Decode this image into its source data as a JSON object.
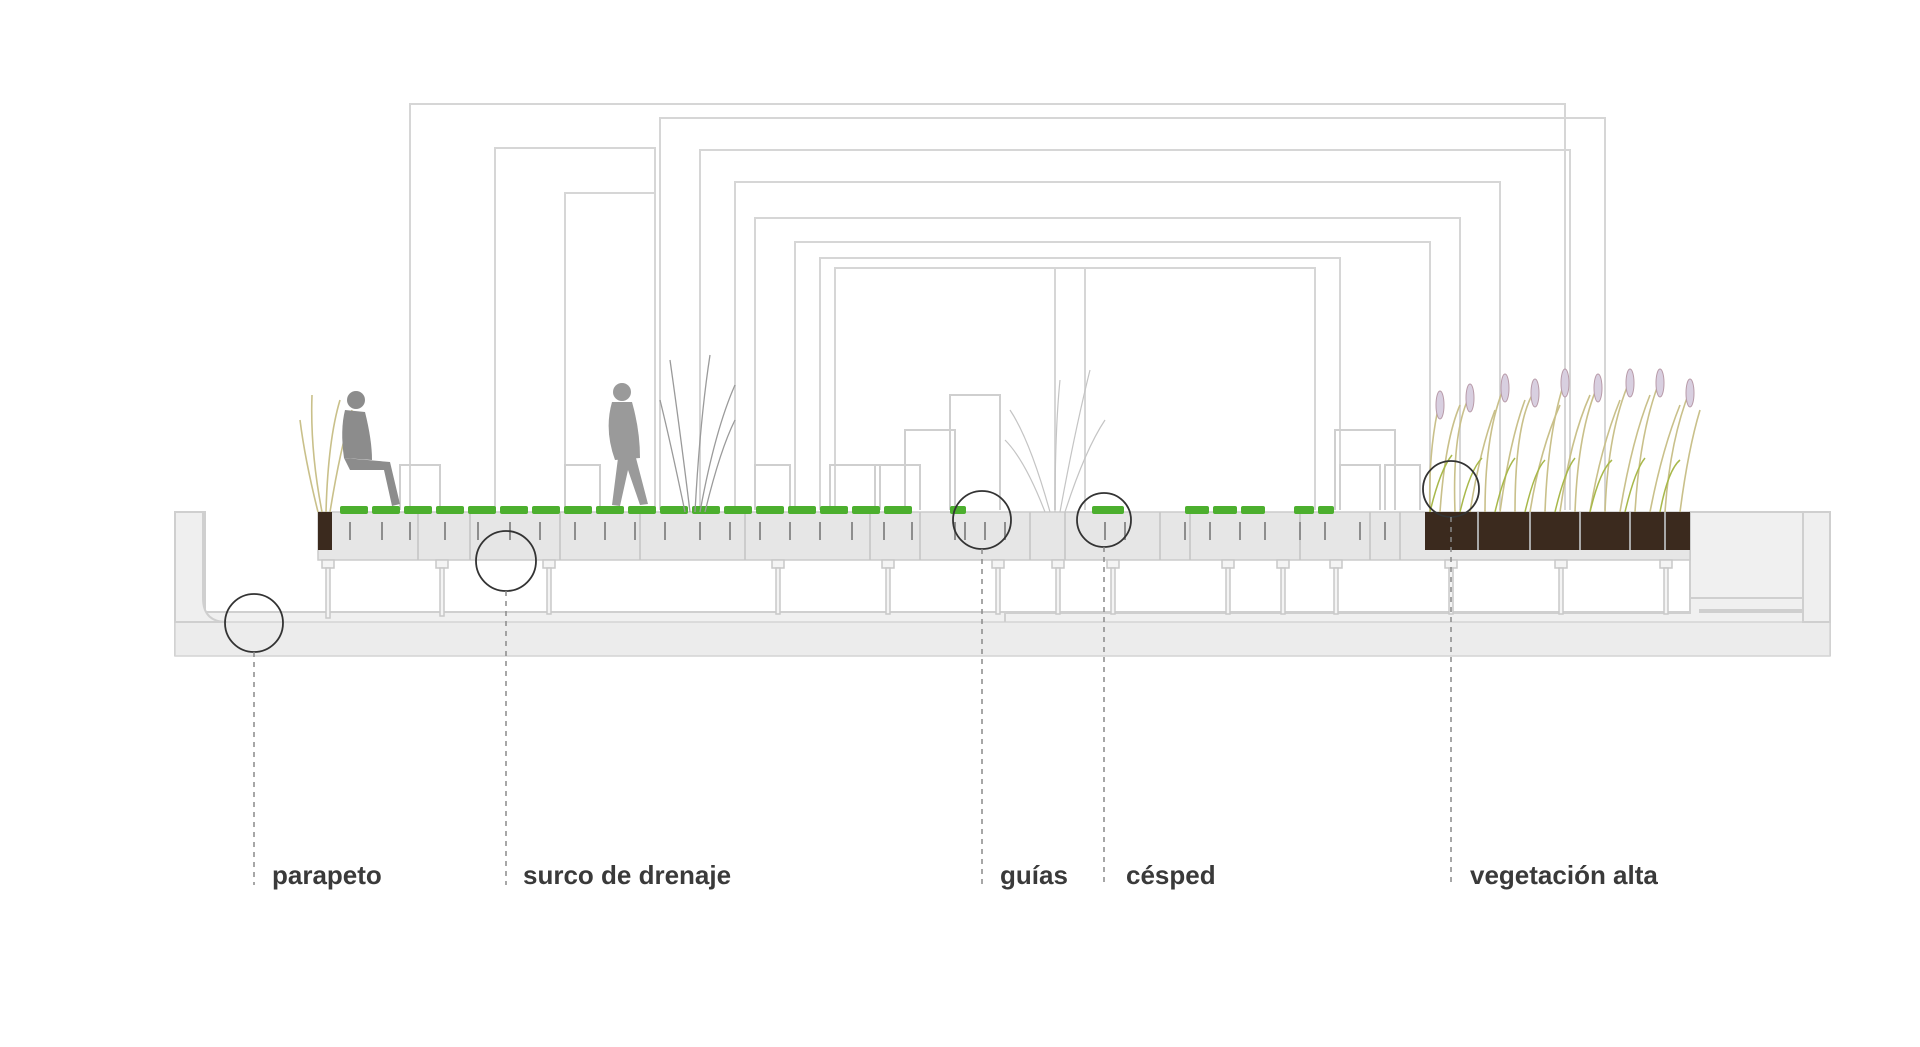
{
  "diagram": {
    "callouts": [
      {
        "id": "parapeto",
        "label": "parapeto"
      },
      {
        "id": "surco",
        "label": "surco de drenaje"
      },
      {
        "id": "guias",
        "label": "guías"
      },
      {
        "id": "cesped",
        "label": "césped"
      },
      {
        "id": "vegetacion",
        "label": "vegetación alta"
      }
    ]
  },
  "colors": {
    "line": "#d2d2d2",
    "slab": "#ededed",
    "deck": "#e3e3e3",
    "grass": "#4caf2e",
    "soil": "#3b2a1e",
    "dashed": "#8a8a8a",
    "text": "#3a3a3a",
    "figure": "#8c8c8c",
    "tall_grass": "#c9c08a",
    "plume": "#b89aa8"
  }
}
